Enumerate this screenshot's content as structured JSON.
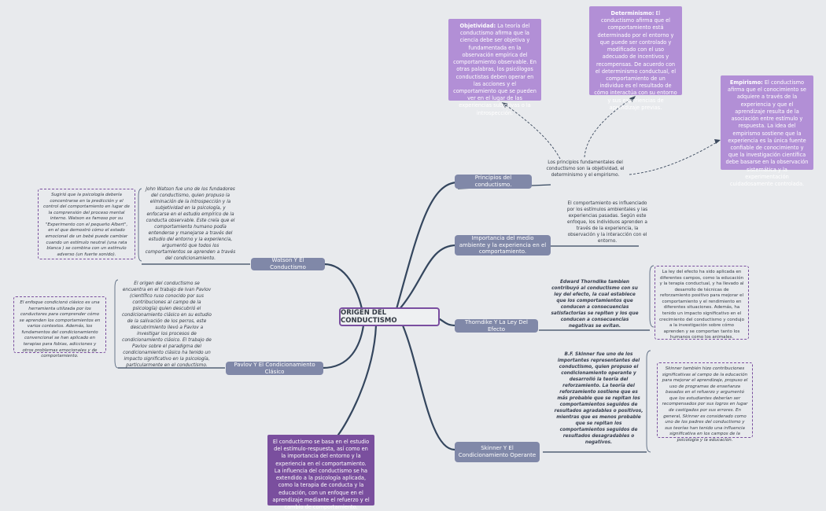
{
  "central": {
    "title": "ORIGEN DEL CONDUCTISMO"
  },
  "topics": {
    "principios": "Principios del conductismo.",
    "medio": "Importancia del medio ambiente y la experiencia en el comportamiento.",
    "thorndike": "Thorndike Y La Ley Del Efecto",
    "skinner": "Skinner Y El Condicionamiento Operante",
    "watson": "Watson Y El Conductismo",
    "pavlov": "Pavlov Y El Condicionamiento Clásico"
  },
  "principles": {
    "objetividad": {
      "label": "Objetividad:",
      "text": "La teoría del conductismo afirma que la ciencia debe ser objetiva y fundamentada en la observación empírica del comportamiento observable. En otras palabras, los psicólogos conductistas deben operar en las acciones y el comportamiento que se pueden ver en el lugar de las experiencias subjetivas o la introspección."
    },
    "determinismo": {
      "label": "Determinismo:",
      "text": "El conductismo afirma que el comportamiento está determinado por el entorno y que puede ser controlado y modificado con el uso adecuado de incentivos y recompensas. De acuerdo con el determinismo conductual, el comportamiento de un individuo es el resultado de cómo interactúa con su entorno y sus experiencias de aprendizaje previas."
    },
    "empirismo": {
      "label": "Empirismo:",
      "text": "El conductismo afirma que el conocimiento se adquiere a través de la experiencia y que el aprendizaje resulta de la asociación entre estímulo y respuesta. La idea del empirismo sostiene que la experiencia es la única fuente confiable de conocimiento y que la investigación científica debe basarse en la observación sistemática y la experimentación cuidadosamente controlada."
    },
    "summary": "Los principios fundamentales del conductismo son la objetividad, el determinismo y el empirismo."
  },
  "medio": {
    "text": "El comportamiento es influenciado por los estímulos ambientales y las experiencias pasadas. Según este enfoque, los individuos aprenden a través de la experiencia, la observación y la interacción con el entorno."
  },
  "thorndike": {
    "text": "Edward Thorndike tambien contribuyó al conductismo con su ley del efecto, la cual establece que los comportamientos que conducen a consecuencias satisfactorias se repiten y los que conducen a consecuencias negativas se evitan.",
    "detail": "La ley del efecto ha sido aplicada en diferentes campos, como la educación y la terapia conductual, y ha llevado al desarrollo de técnicas de reforzamiento positivo para mejorar el comportamiento y el rendimiento en diferentes situaciones. Además, ha tenido un impacto significativo en el crecimiento del conductismo y condujo a la investigación sobre cómo aprenden y se comportan tanto los humanos como los animales."
  },
  "skinner": {
    "text": "B.F. Skinner fue uno de los importantes representantes del conductismo, quien propuso el condicionamiento operante y desarrolló la teoría del reforzamiento. La teoría del reforzamiento sostiene que es más probable que se repitan los comportamientos seguidos de resultados agradables o positivos, mientras que es menos probable que se repitan los comportamientos seguidos de resultados desagradables o negativos.",
    "detail": "Skinner también hizo contribuciones significativas al campo de la educación para mejorar el aprendizaje, propuso el uso de programas de enseñanza basados en el refuerzo y argumentó que los estudiantes deberían ser recompensados por sus logros en lugar de castigados por sus errores. En general, Skinner es considerado como uno de los padres del conductismo y sus teorías han tenido una influencia significativa en los campos de la psicología y la educación."
  },
  "watson": {
    "text": "John Watson fue uno de los fundadores del conductismo, quien propuso la eliminación de la introspección y la subjetividad en la psicología, y enfocarse en el estudio empírico de la conducta observable. Este creía que el comportamiento humano podía entenderse y manejarse a través del estudio del entorno y la experiencia, argumentó que todos los comportamientos se aprenden a través del condicionamiento.",
    "detail": "Sugirió que la psicología debería concentrarse en la predicción y el control del comportamiento en lugar de la comprensión del proceso mental interno. Watson es famoso por su \"Experimento con el pequeño Albert\", en el que demostró cómo el estado emocional de un bebé puede cambiar cuando un estímulo neutral (una rata blanca ) se combina con un estímulo adverso (un fuerte sonido)."
  },
  "pavlov": {
    "text": "El origen del conductismo se encuentra en el trabajo de Ivan Pavlov (científico ruso conocido por sus contribuciones al campo de la psicología) quien descubrió el condicionamiento clásico en su estudio de la salivación de los perros, este descubrimiento llevó a Pavlov a investigar los procesos de condicionamiento clásico. El trabajo de Pavlov sobre el paradigma del condicionamiento clásico ha tenido un impacto significativo en la psicología, particularmente en el conductismo.",
    "detail": "El enfoque condicionó clásico es una herramienta utilizada por los conductores para comprender cómo se aprenden los comportamientos en varios contextos. Además, los fundamentos del condicionamiento convencional se han aplicado en terapias para fobias, adicciones y otros problemas emocionales y de comportamiento."
  },
  "summary_box": {
    "text": "El conductismo se basa en el estudio del estímulo-respuesta, así como en la importancia del entorno y la experiencia en el comportamiento. La influencia del conductismo se ha extendido a la psicología aplicada, como la terapia de conducta y la educación, con un enfoque en el aprendizaje mediante el refuerzo y el cambio de comportamiento."
  },
  "colors": {
    "background": "#e8eaed",
    "topic": "#8088a8",
    "branch": "#34465e",
    "callout_light": "#b28fd6",
    "callout_dark": "#7a4f9e"
  }
}
